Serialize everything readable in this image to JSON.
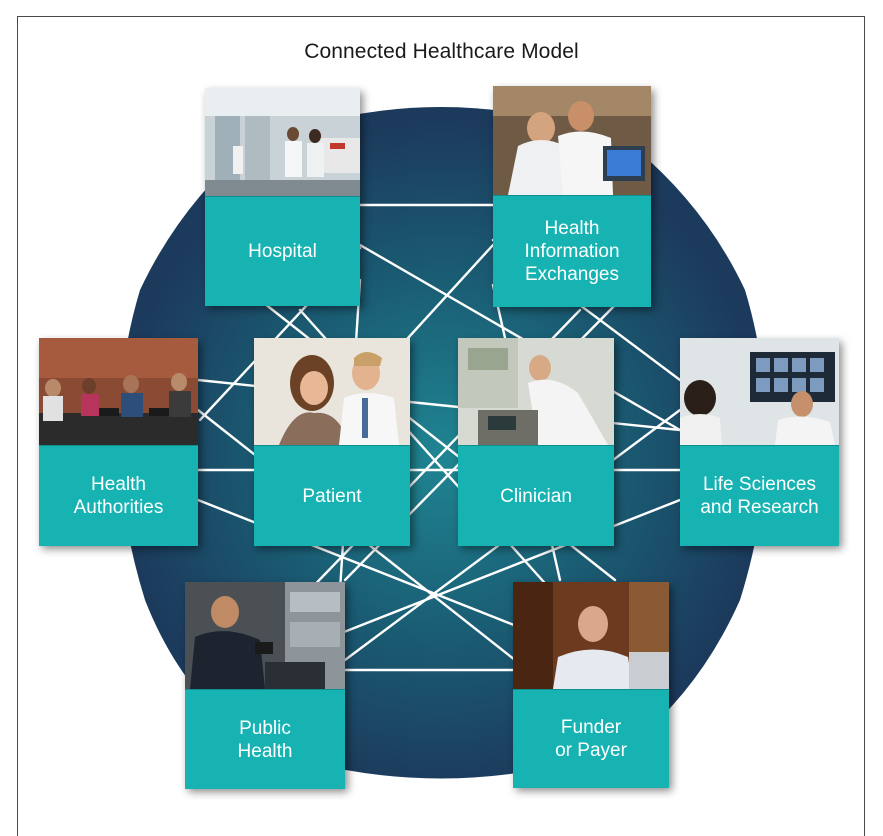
{
  "title": "Connected Healthcare Model",
  "colors": {
    "disc": "#1e3e5f",
    "disc_center": "#1f8592",
    "label_bg": "#17b3b3",
    "links": "#ffffff"
  },
  "nodes": {
    "hospital": {
      "label": "Hospital",
      "photo": "hospital-corridor-photo"
    },
    "hie": {
      "label": "Health\nInformation\nExchanges",
      "photo": "doctors-at-monitor-photo"
    },
    "authorities": {
      "label": "Health\nAuthorities",
      "photo": "meeting-room-photo"
    },
    "patient": {
      "label": "Patient",
      "photo": "patient-and-doctor-photo"
    },
    "clinician": {
      "label": "Clinician",
      "photo": "clinician-at-equipment-photo"
    },
    "life": {
      "label": "Life Sciences\nand Research",
      "photo": "researchers-at-scans-photo"
    },
    "public": {
      "label": "Public\nHealth",
      "photo": "paramedic-photo"
    },
    "funder": {
      "label": "Funder\nor Payer",
      "photo": "businessman-photo"
    }
  }
}
